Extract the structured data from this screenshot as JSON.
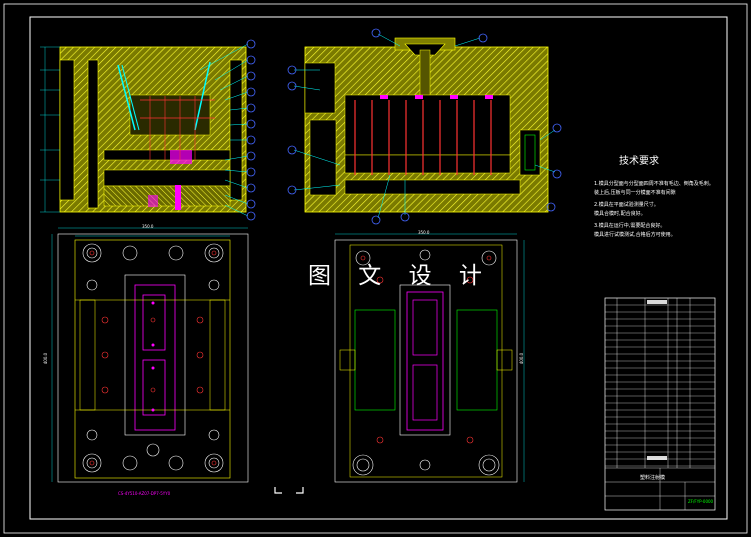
{
  "watermark": "图 文 设 计",
  "technical_requirements": {
    "title": "技术要求",
    "notes": [
      "1.模具分型面与分型面四周不准有毛边、倒角及毛刺。",
      "   装上后,压板与同一分模面不准有间隙",
      "2.模具在平面试验测量尺寸。",
      "   模具合模时,配合良好。",
      "3.模具在运行中,需要配合良好。",
      "   模具进行试模测试,合格后方可使用。"
    ]
  },
  "dimensions": {
    "left_view_width": "350.0",
    "right_view_width": "350.0",
    "left_view_height": "400.0",
    "right_view_height": "400.0"
  },
  "bottom_note": "CS-4Y510-AZ07-DP7-5YY0",
  "title_block": {
    "name_label": "塑料注射模",
    "drawing_no": "ZF/FYP-0000"
  },
  "colors": {
    "background": "#000000",
    "frame": "#ffffff",
    "hatch": "#ffff00",
    "section_fill": "#808000",
    "cyan": "#00ffff",
    "magenta": "#ff00ff",
    "red": "#ff3333",
    "green": "#00ff00",
    "blue": "#4466ff"
  }
}
